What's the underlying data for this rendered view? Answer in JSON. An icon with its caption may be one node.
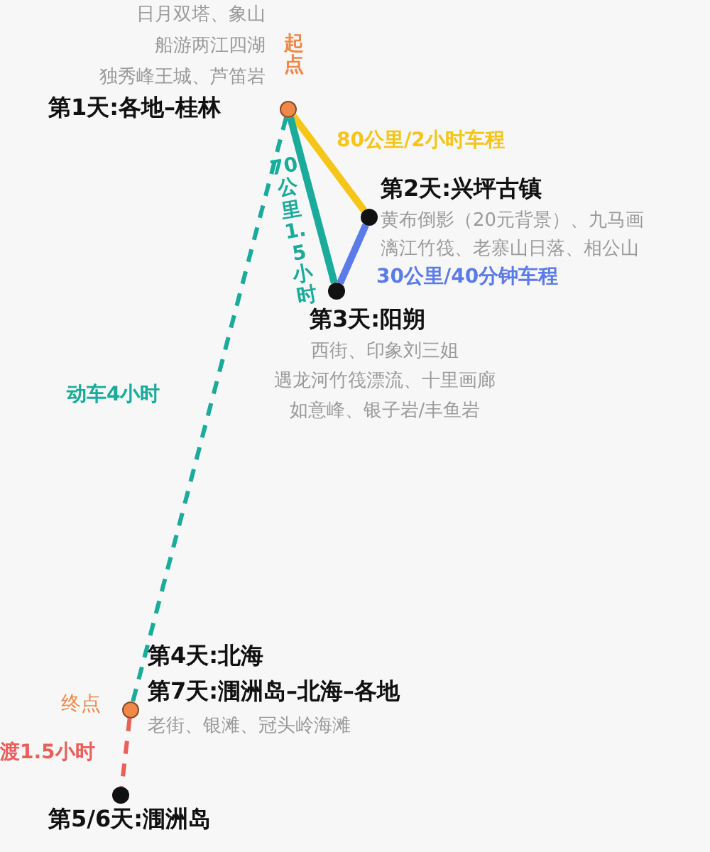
{
  "diagram": {
    "nodes": [
      {
        "text": [],
        "shape": "circle",
        "beside": [
          "起点",
          "第1天:各地–桂林",
          "日月双塔、象山",
          "船游两江四湖",
          "独秀峰王城、芦笛岩"
        ]
      },
      {
        "text": [],
        "shape": "circle",
        "beside": [
          "第2天:兴坪古镇",
          "黄布倒影（20元背景）、九马画",
          "漓江竹筏、老寨山日落、相公山"
        ]
      },
      {
        "text": [],
        "shape": "circle",
        "beside": [
          "第3天:阳朔",
          "西街、印象刘三姐",
          "遇龙河竹筏漂流、十里画廊",
          "如意峰、银子岩/丰鱼岩"
        ]
      },
      {
        "text": [],
        "shape": "circle",
        "beside": [
          "第4天:北海",
          "第7天:涠洲岛–北海–各地",
          "老街、银滩、冠头岭海滩",
          "终点"
        ]
      },
      {
        "text": [],
        "shape": "circle",
        "beside": [
          "第5/6天:涠洲岛"
        ]
      }
    ],
    "edges": [
      {
        "from": 0,
        "to": 1,
        "arrow": "none",
        "label": "80公里/2小时车程",
        "color": "#f5c518"
      },
      {
        "from": 1,
        "to": 2,
        "arrow": "none",
        "label": "30公里/40分钟车程",
        "color": "#5b7be8"
      },
      {
        "from": 0,
        "to": 2,
        "arrow": "none",
        "label": "70公里1.5小时",
        "color": "#1aab9b"
      },
      {
        "from": 0,
        "to": 3,
        "arrow": "none",
        "label": "动车4小时",
        "style": "dashed",
        "color": "#1aab9b"
      },
      {
        "from": 3,
        "to": 4,
        "arrow": "none",
        "label": "渡1.5小时",
        "style": "dashed",
        "color": "#e8605a"
      }
    ]
  }
}
